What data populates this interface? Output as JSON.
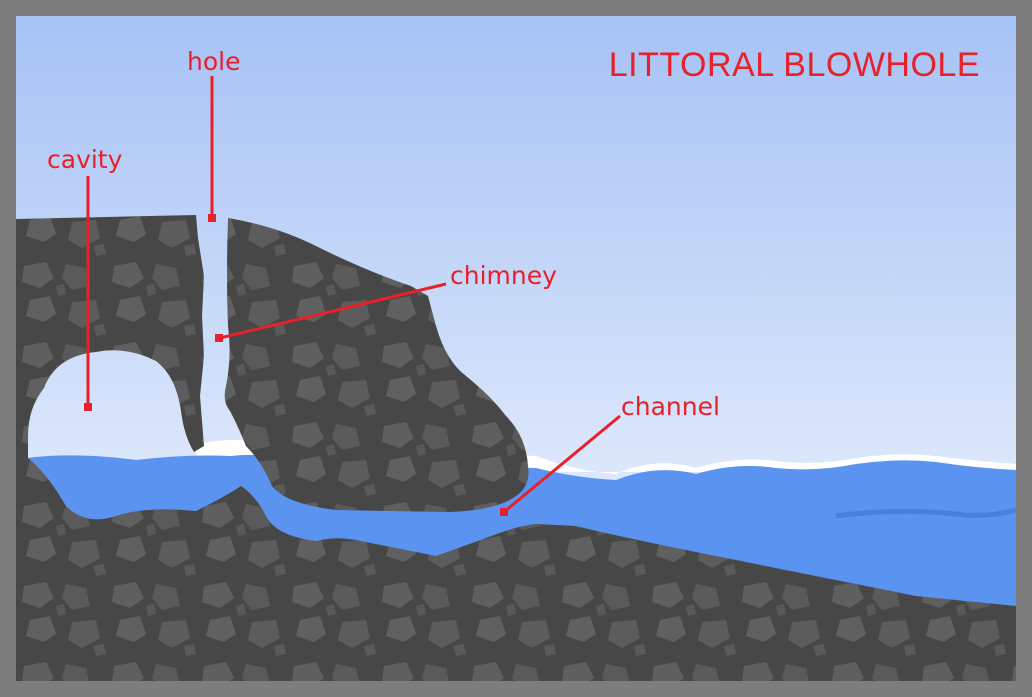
{
  "title": "LITTORAL BLOWHOLE",
  "labels": {
    "hole": "hole",
    "cavity": "cavity",
    "chimney": "chimney",
    "channel": "channel"
  },
  "colors": {
    "frame": "#7d7d7d",
    "sky_top": "#a8c4f4",
    "sky_bottom": "#dde8fb",
    "rock": "#484848",
    "rock_stone": "#5e5e5e",
    "water": "#5b93f0",
    "foam": "#ffffff",
    "label_red": "#e8202a"
  }
}
